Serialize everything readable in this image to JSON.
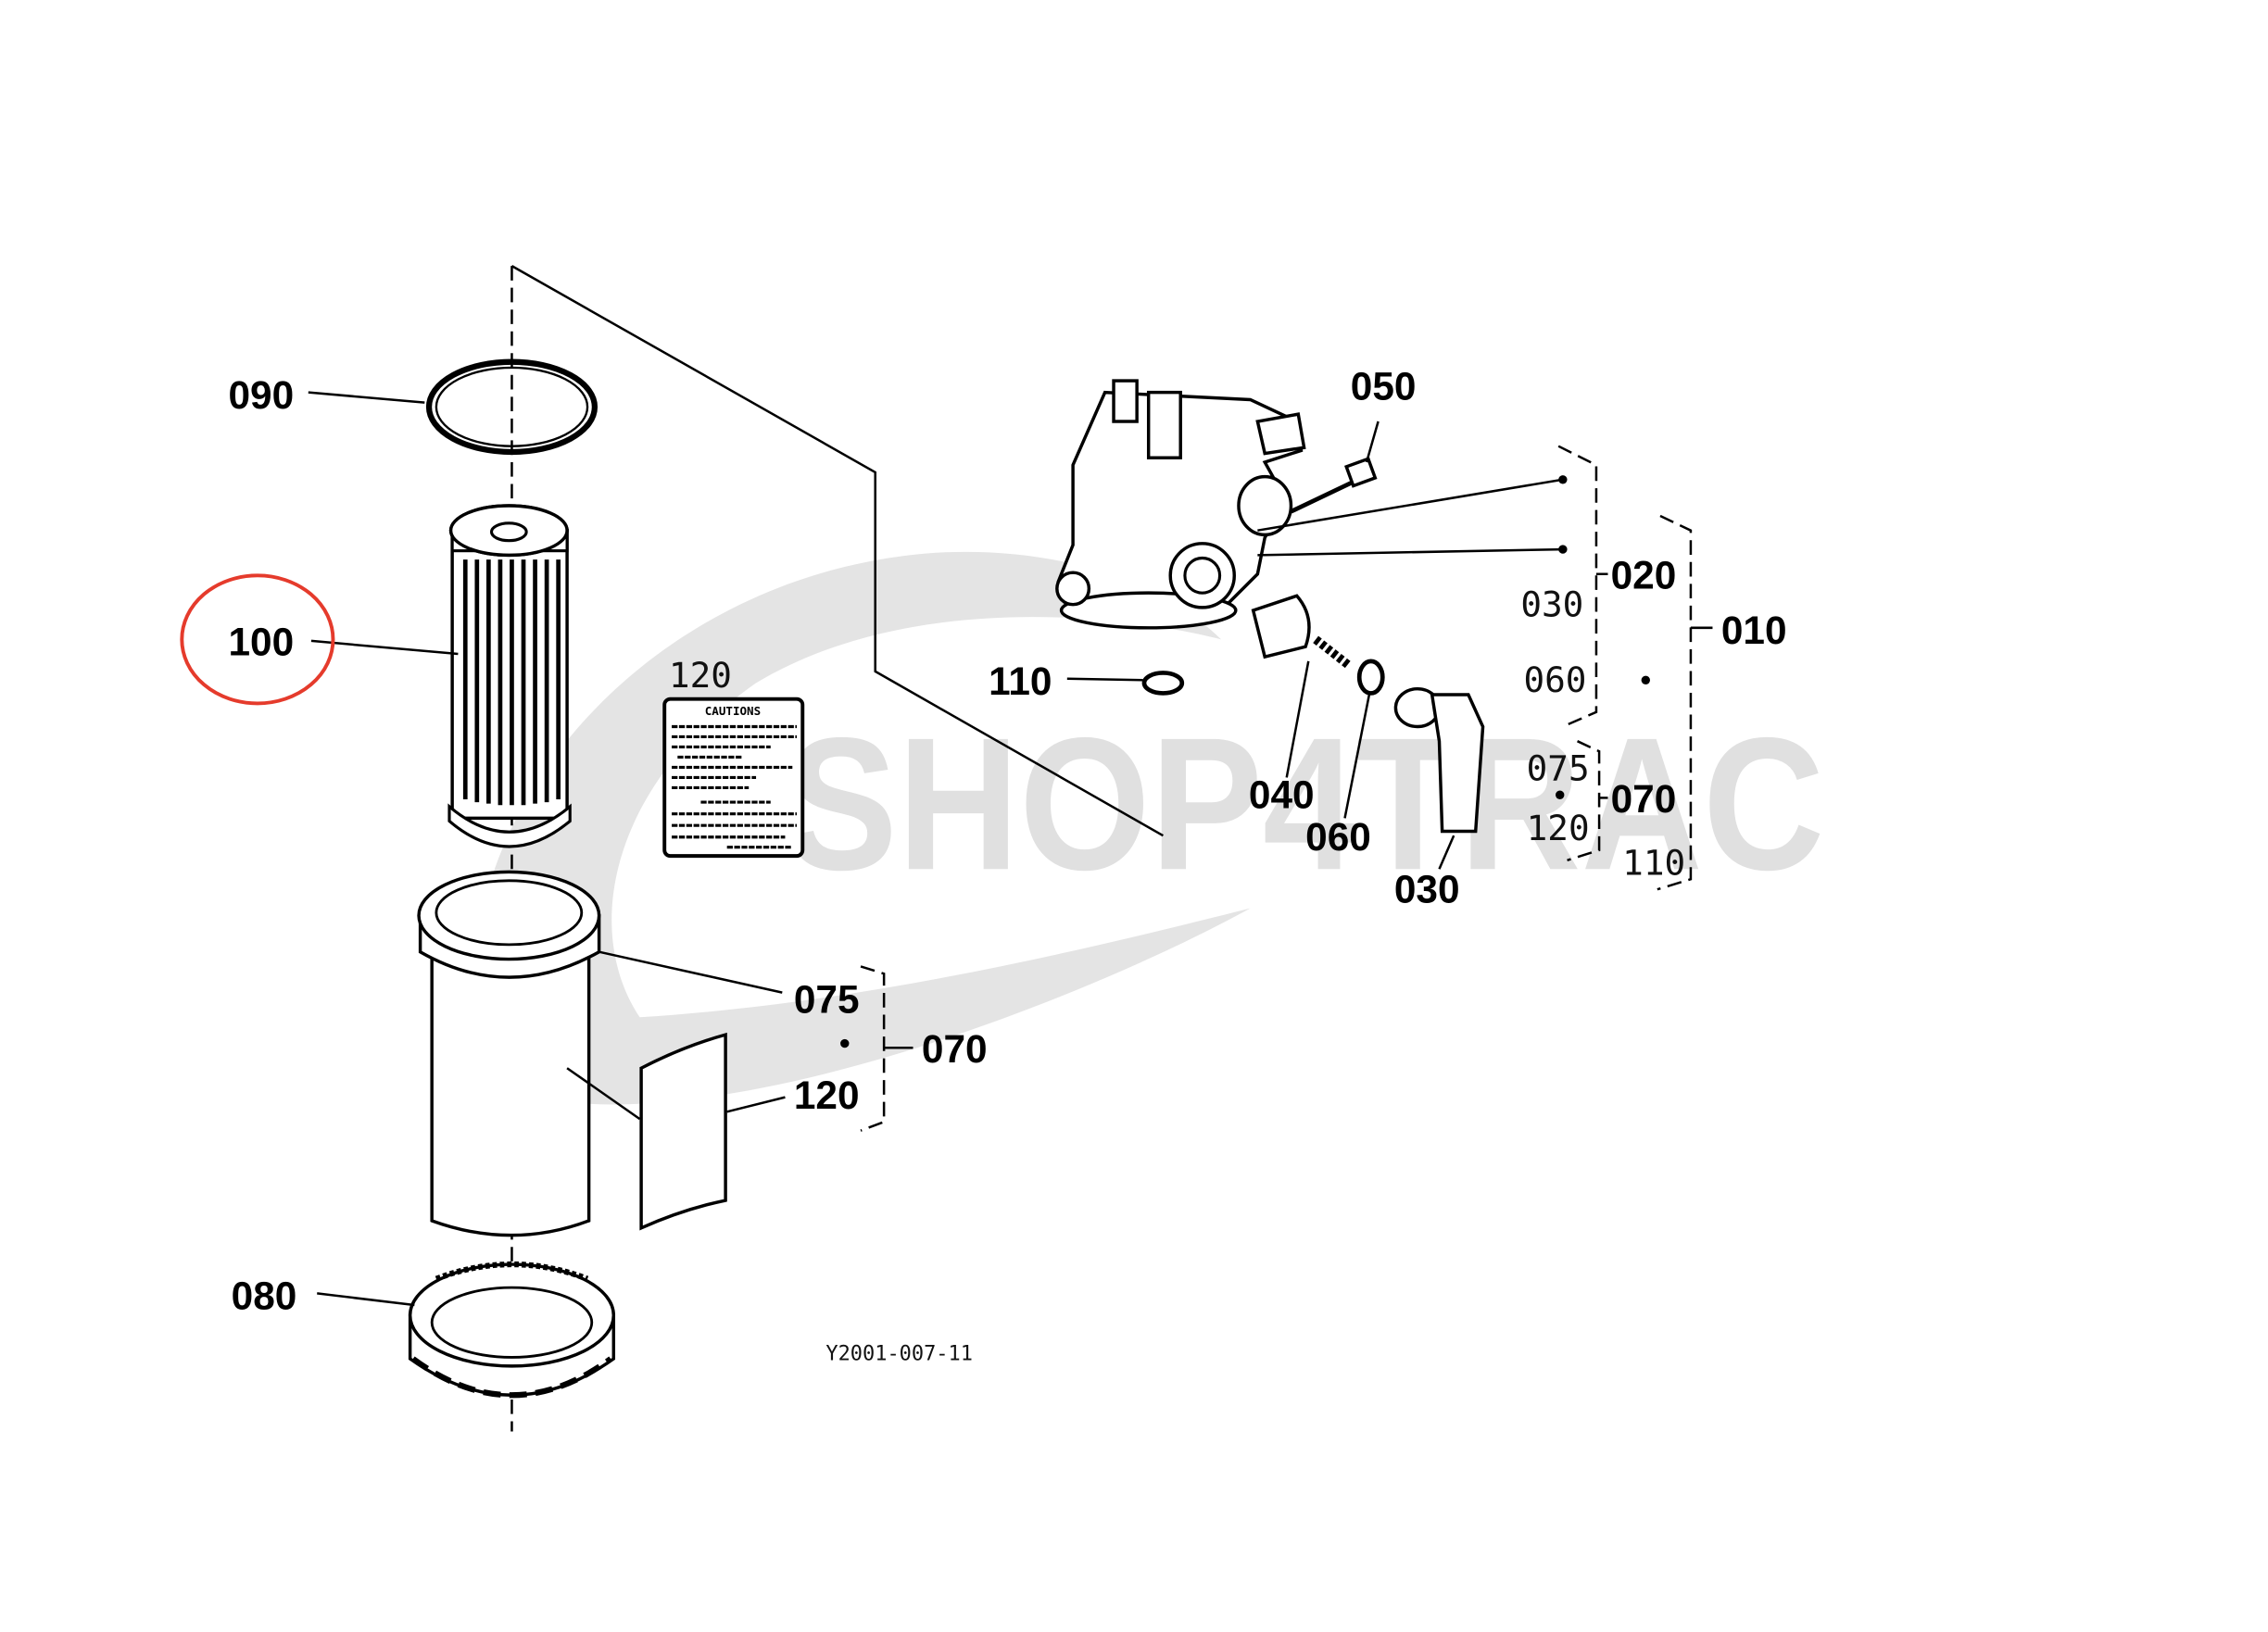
{
  "diagram": {
    "watermark": "SHOP4TRAC",
    "drawing_code": "Y2001-007-11",
    "highlighted_part": "100",
    "highlight_color": "#e53b2c",
    "callouts": {
      "p090": "090",
      "p100": "100",
      "p120_label": "120",
      "p075": "075",
      "p120": "120",
      "p070": "070",
      "p080": "080",
      "p050": "050",
      "p110": "110",
      "p040": "040",
      "p060": "060",
      "p030": "030",
      "p020": "020",
      "p010": "010",
      "p070_right": "070"
    },
    "subassembly_notes": {
      "n030": "030",
      "n060": "060",
      "n075": "075",
      "n120": "120",
      "n110": "110"
    },
    "caution_label_title": "CAUTIONS"
  }
}
